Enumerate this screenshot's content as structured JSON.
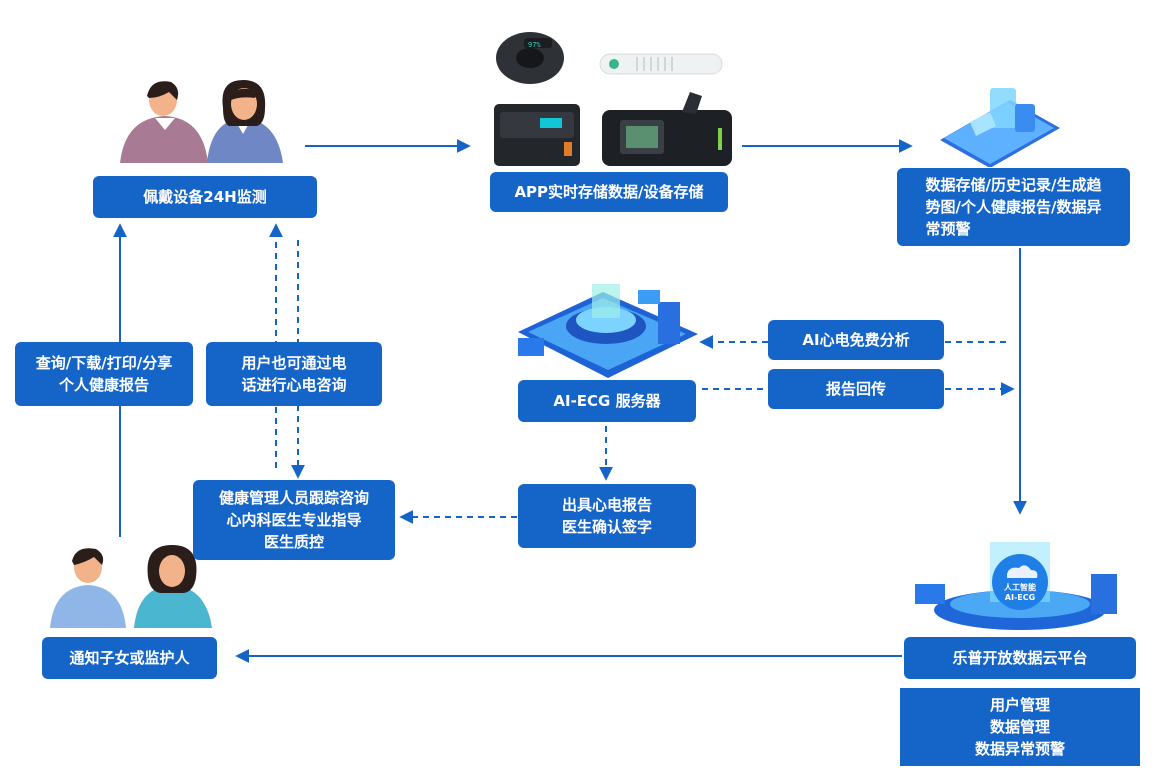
{
  "nodes": {
    "wear": "佩戴设备24H监测",
    "app": "APP实时存储数据/设备存储",
    "storage": [
      "数据存储/历史记录/生成趋",
      "势图/个人健康报告/数据异",
      "常预警"
    ],
    "ai_free": "AI心电免费分析",
    "report_back": "报告回传",
    "server": "AI-ECG 服务器",
    "issue": [
      "出具心电报告",
      "医生确认签字"
    ],
    "phone": [
      "用户也可通过电",
      "话进行心电咨询"
    ],
    "query": [
      "查询/下载/打印/分享",
      "个人健康报告"
    ],
    "health": [
      "健康管理人员跟踪咨询",
      "心内科医生专业指导",
      "医生质控"
    ],
    "notify": "通知子女或监护人",
    "cloud": "乐普开放数据云平台",
    "mgmt": [
      "用户管理",
      "数据管理",
      "数据异常预警"
    ]
  },
  "illustration_labels": {
    "cloud_chip": [
      "人工智能",
      "AI-ECG"
    ]
  },
  "colors": {
    "primary": "#1565c8",
    "arrow": "#1565c8",
    "skin": "#f2b38a",
    "hair": "#2b1e1a"
  },
  "icons": [
    "person-icon",
    "ring-oximeter-icon",
    "ecg-patch-icon",
    "cpap-device-icon",
    "ventilator-device-icon",
    "phone-data-icon",
    "server-platform-icon",
    "cloud-platform-icon"
  ]
}
